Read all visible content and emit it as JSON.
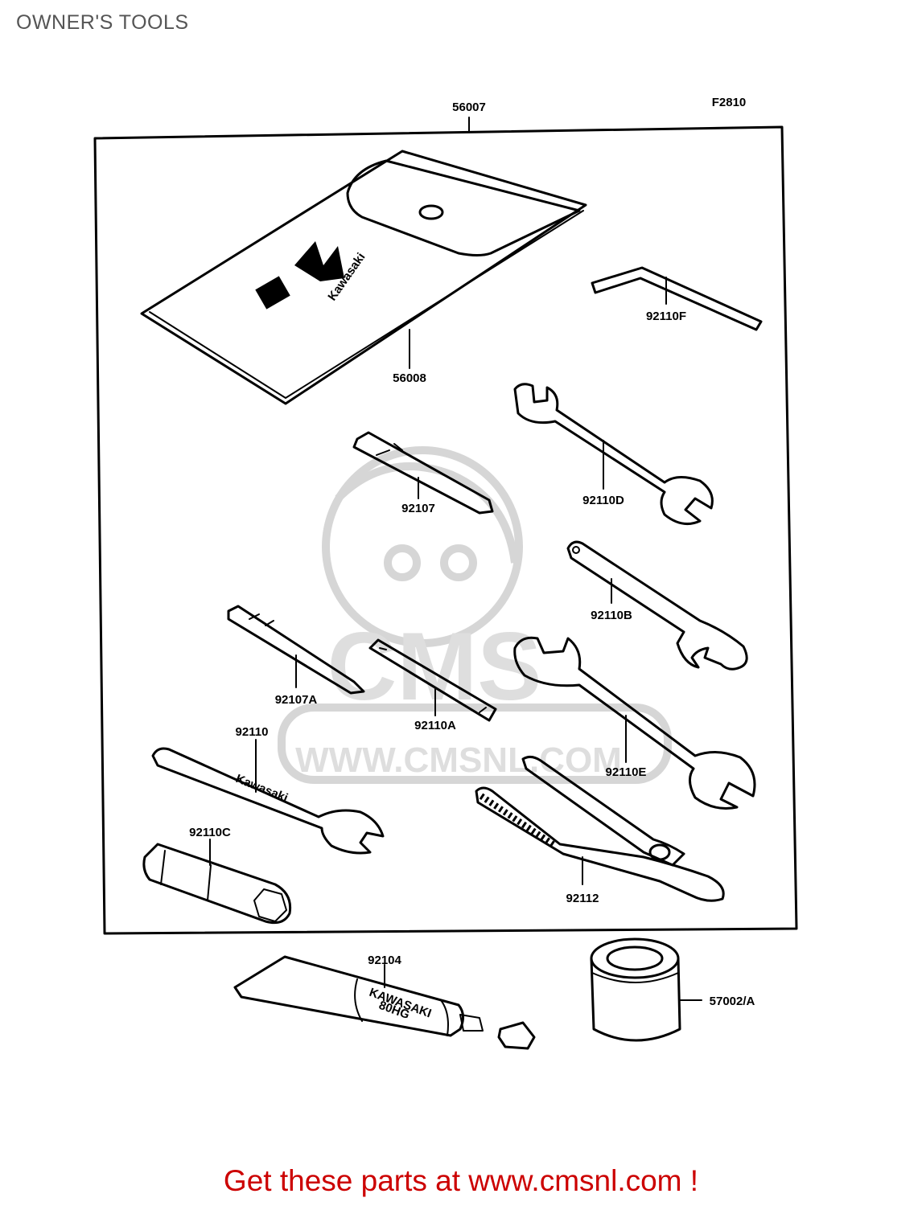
{
  "page": {
    "title": "OWNER'S TOOLS",
    "figure_code": "F2810",
    "footer": "Get these parts at www.cmsnl.com !"
  },
  "watermark": {
    "logo_text": "CMS",
    "url": "WWW.CMSNL.COM"
  },
  "parts": {
    "kit": "56007",
    "pouch": "56008",
    "hex_key": "92110F",
    "wrench_d": "92110D",
    "screwdriver": "92107",
    "hook_wrench": "92110B",
    "screwdriver_a": "92107A",
    "wrench_a": "92110A",
    "wrench_e": "92110E",
    "wrench": "92110",
    "plug_wrench": "92110C",
    "pliers": "92112",
    "grease": "92104",
    "can": "57002/A"
  },
  "branding": {
    "pouch_logo": "Kawasaki",
    "wrench_stamp": "Kawasaki",
    "tube_label": "KAWASAKI",
    "tube_sub": "80HG"
  }
}
